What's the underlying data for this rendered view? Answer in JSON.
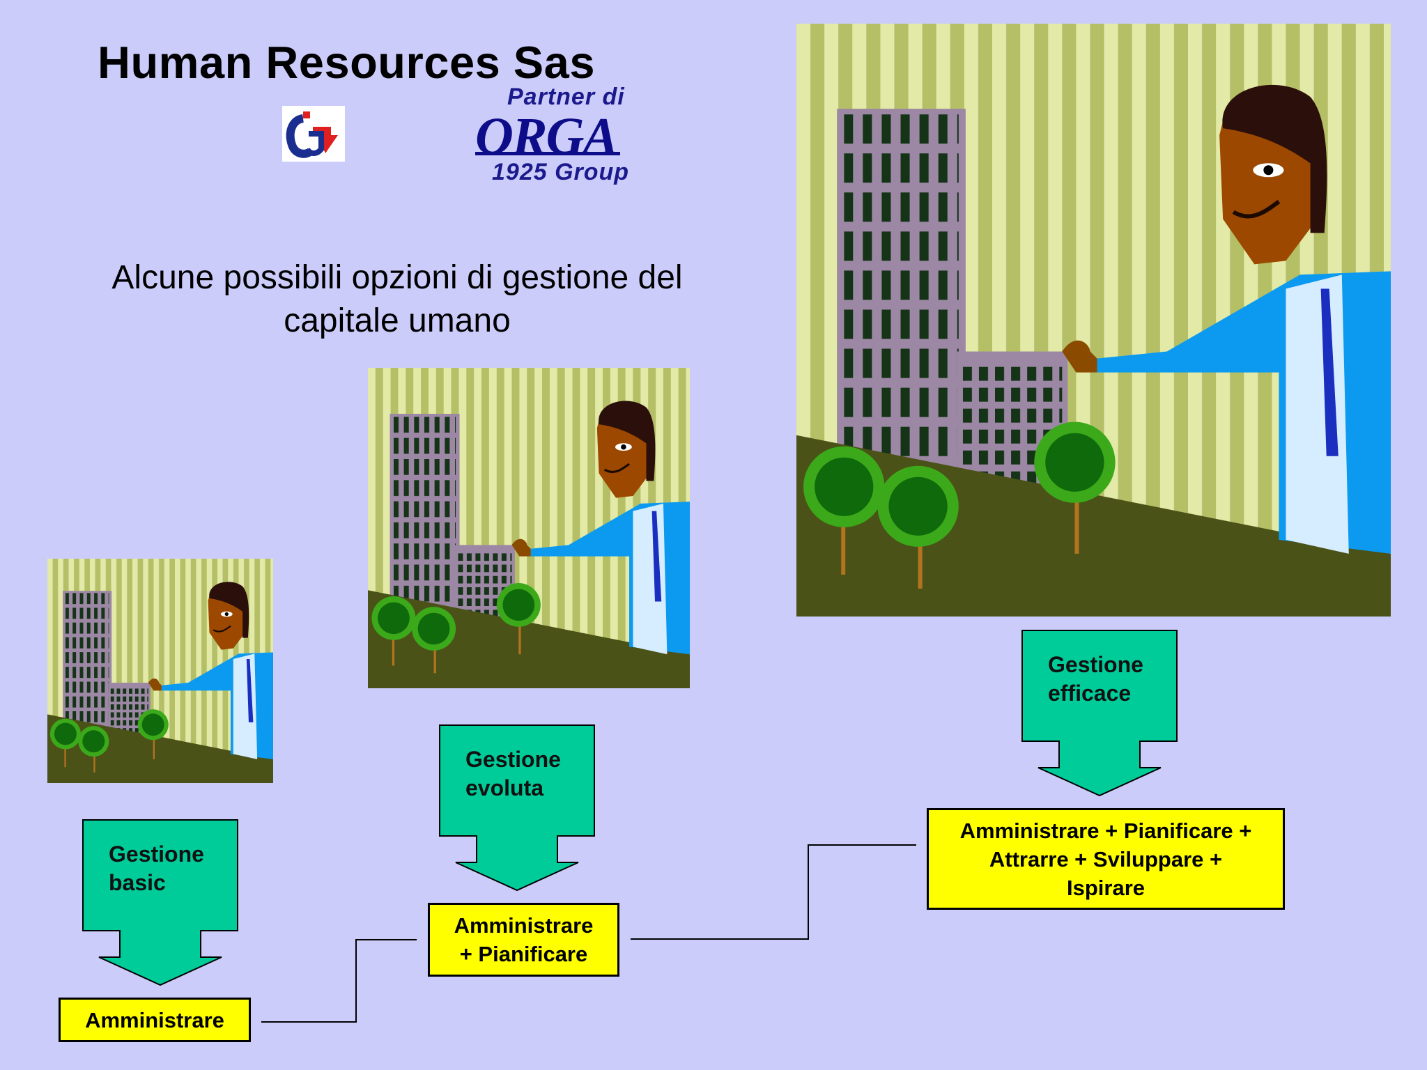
{
  "header": {
    "title": "Human Resources Sas",
    "partner_line": "Partner di",
    "brand": "ORGA",
    "group_line": "1925 Group"
  },
  "logo": {
    "icon": "ig-logo-icon",
    "letters": "iG"
  },
  "subtitle": {
    "line1": "Alcune possibili opzioni di gestione del",
    "line2": "capitale umano"
  },
  "stages": [
    {
      "label_line1": "Gestione",
      "label_line2": "basic",
      "result": "Amministrare"
    },
    {
      "label_line1": "Gestione",
      "label_line2": "evoluta",
      "result_line1": "Amministrare",
      "result_line2": "+ Pianificare"
    },
    {
      "label_line1": "Gestione",
      "label_line2": "efficace",
      "result_line1": "Amministrare + Pianificare +",
      "result_line2": "Attrarre + Sviluppare +",
      "result_line3": "Ispirare"
    }
  ],
  "colors": {
    "background": "#ccccfb",
    "arrow_fill": "#00cc99",
    "result_fill": "#ffff00",
    "title_blue": "#0d0d8a"
  }
}
